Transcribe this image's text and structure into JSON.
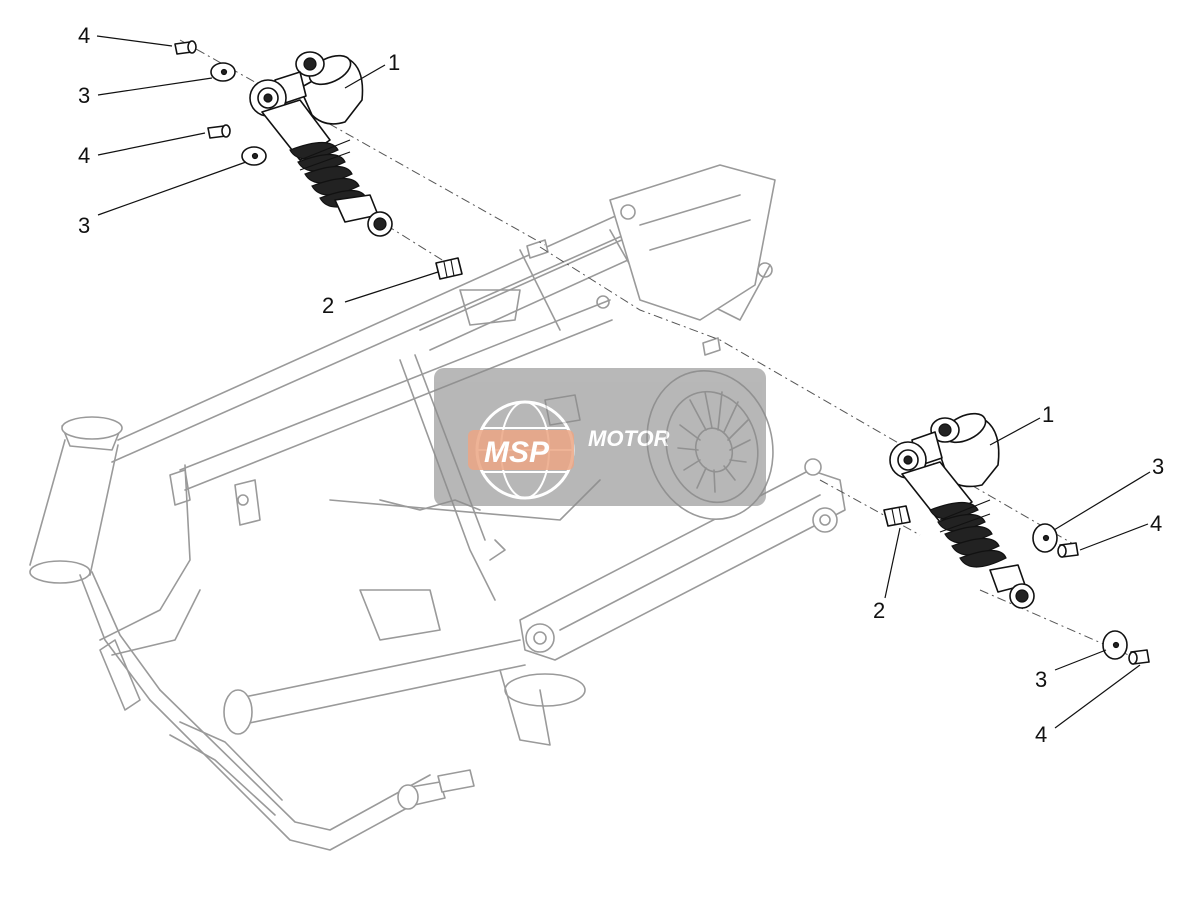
{
  "callouts": {
    "shock_absorber_left": "1",
    "shock_absorber_right": "1",
    "stud_left": "2",
    "stud_right": "2",
    "washer_upper_left": "3",
    "washer_mid_left": "3",
    "washer_upper_right": "3",
    "washer_lower_right": "3",
    "screw_upper_left": "4",
    "screw_mid_left": "4",
    "screw_upper_right": "4",
    "screw_lower_right": "4"
  },
  "watermark": {
    "logo_text": "MSP",
    "brand_text": "MOTOR"
  },
  "colors": {
    "frame_line": "#9a9a9a",
    "part_line": "#111111",
    "watermark_bg": "#8c8c8c",
    "watermark_logo": "#e0703a"
  }
}
